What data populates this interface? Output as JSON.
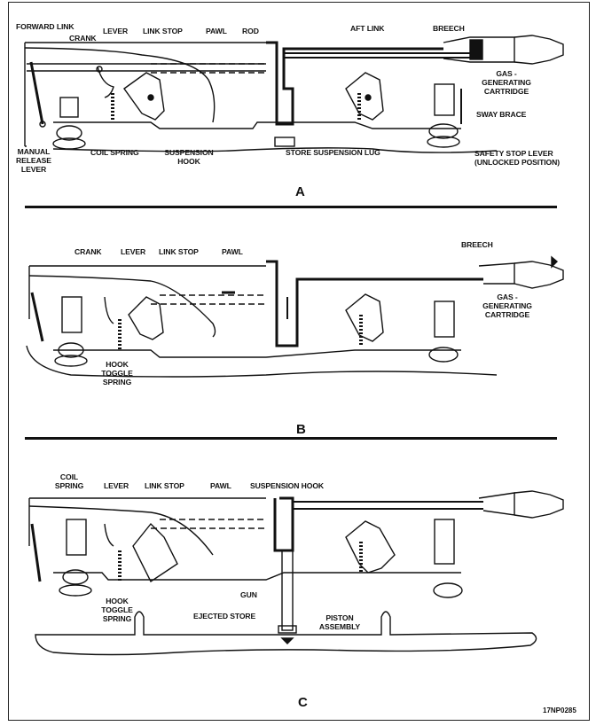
{
  "figure_id": "17NP0285",
  "panels": {
    "a": {
      "letter": "A",
      "labels": {
        "forward_link": "FORWARD LINK",
        "crank": "CRANK",
        "lever": "LEVER",
        "link_stop": "LINK STOP",
        "pawl": "PAWL",
        "rod": "ROD",
        "aft_link": "AFT LINK",
        "breech": "BREECH",
        "gas_cartridge": [
          "GAS -",
          "GENERATING",
          "CARTRIDGE"
        ],
        "sway_brace": "SWAY BRACE",
        "manual_release_lever": [
          "MANUAL",
          "RELEASE",
          "LEVER"
        ],
        "coil_spring": "COIL SPRING",
        "suspension_hook": [
          "SUSPENSION",
          "HOOK"
        ],
        "store_suspension_lug": "STORE SUSPENSION LUG",
        "safety_stop_lever": [
          "SAFETY STOP LEVER",
          "(UNLOCKED POSITION)"
        ]
      }
    },
    "b": {
      "letter": "B",
      "labels": {
        "crank": "CRANK",
        "lever": "LEVER",
        "link_stop": "LINK STOP",
        "pawl": "PAWL",
        "breech": "BREECH",
        "gas_cartridge": [
          "GAS -",
          "GENERATING",
          "CARTRIDGE"
        ],
        "hook_toggle_spring": [
          "HOOK",
          "TOGGLE",
          "SPRING"
        ]
      }
    },
    "c": {
      "letter": "C",
      "labels": {
        "coil_spring": [
          "COIL",
          "SPRING"
        ],
        "lever": "LEVER",
        "link_stop": "LINK STOP",
        "pawl": "PAWL",
        "suspension_hook": "SUSPENSION HOOK",
        "hook_toggle_spring": [
          "HOOK",
          "TOGGLE",
          "SPRING"
        ],
        "gun": "GUN",
        "ejected_store": "EJECTED STORE",
        "piston_assembly": [
          "PISTON",
          "ASSEMBLY"
        ]
      }
    }
  }
}
